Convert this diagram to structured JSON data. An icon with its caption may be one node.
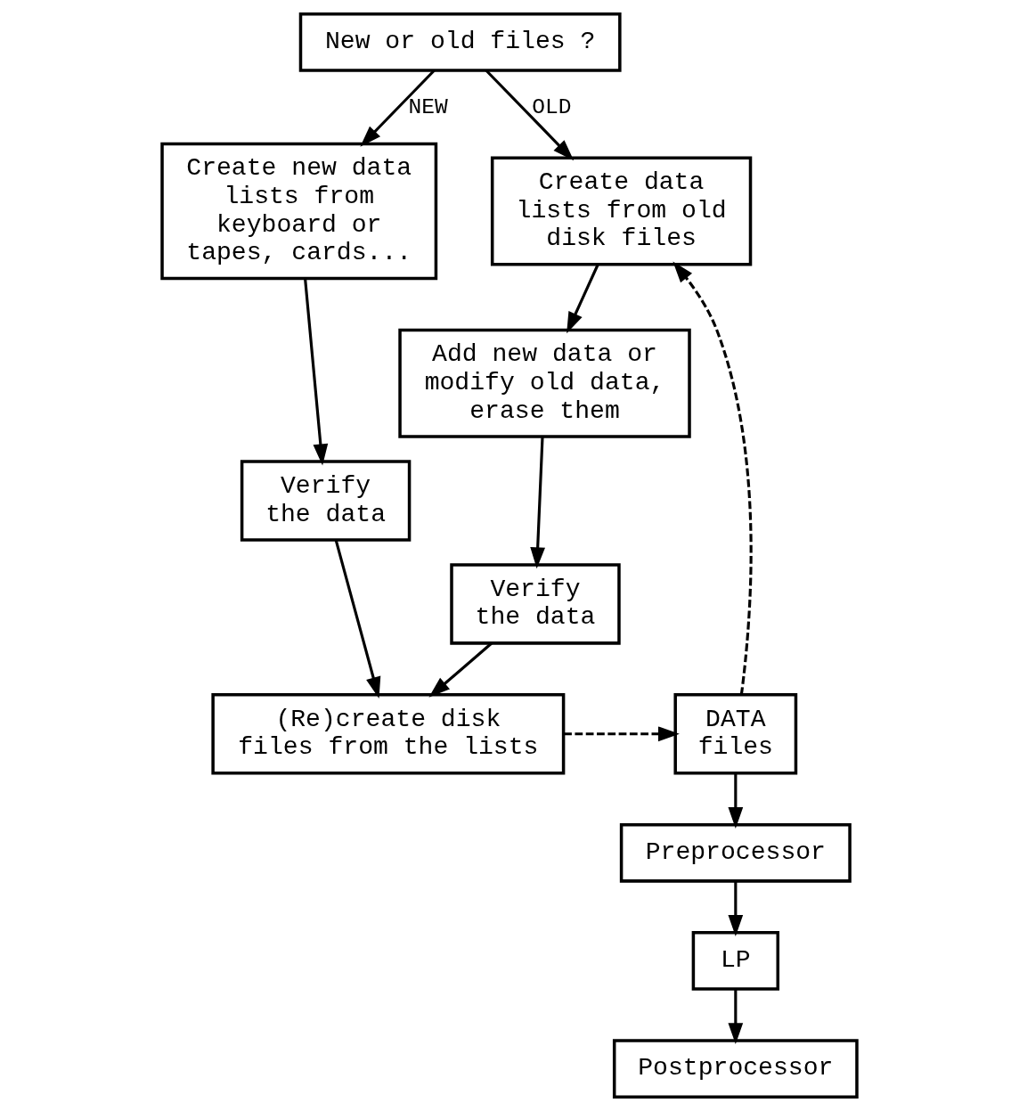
{
  "diagram": {
    "nodes": [
      {
        "text": [
          "New or old files ?"
        ]
      },
      {
        "text": [
          "Create new data lists from keyboard or tapes, cards..."
        ]
      },
      {
        "text": [
          "Verify the data"
        ]
      },
      {
        "text": [
          "Create data lists from old disk files"
        ]
      },
      {
        "text": [
          "Add new data or modify old data, erase them"
        ]
      },
      {
        "text": [
          "Verify the data"
        ]
      },
      {
        "text": [
          "(Re)create disk files from the lists"
        ]
      },
      {
        "text": [
          "DATA files"
        ]
      },
      {
        "text": [
          "Preprocessor"
        ]
      },
      {
        "text": [
          "LP"
        ]
      },
      {
        "text": [
          "Postprocessor"
        ]
      }
    ],
    "edges": [
      {
        "from": 0,
        "to": 1,
        "arrow": "to",
        "label": "NEW"
      },
      {
        "from": 0,
        "to": 3,
        "arrow": "to",
        "label": "OLD"
      },
      {
        "from": 1,
        "to": 2,
        "arrow": "to"
      },
      {
        "from": 3,
        "to": 4,
        "arrow": "to"
      },
      {
        "from": 4,
        "to": 5,
        "arrow": "to"
      },
      {
        "from": 2,
        "to": 6,
        "arrow": "to"
      },
      {
        "from": 5,
        "to": 6,
        "arrow": "to"
      },
      {
        "from": 6,
        "to": 7,
        "arrow": "to",
        "style": "dashed"
      },
      {
        "from": 7,
        "to": 3,
        "arrow": "to",
        "style": "dashed"
      },
      {
        "from": 7,
        "to": 8,
        "arrow": "to"
      },
      {
        "from": 8,
        "to": 9,
        "arrow": "to"
      },
      {
        "from": 9,
        "to": 10,
        "arrow": "to"
      }
    ]
  }
}
